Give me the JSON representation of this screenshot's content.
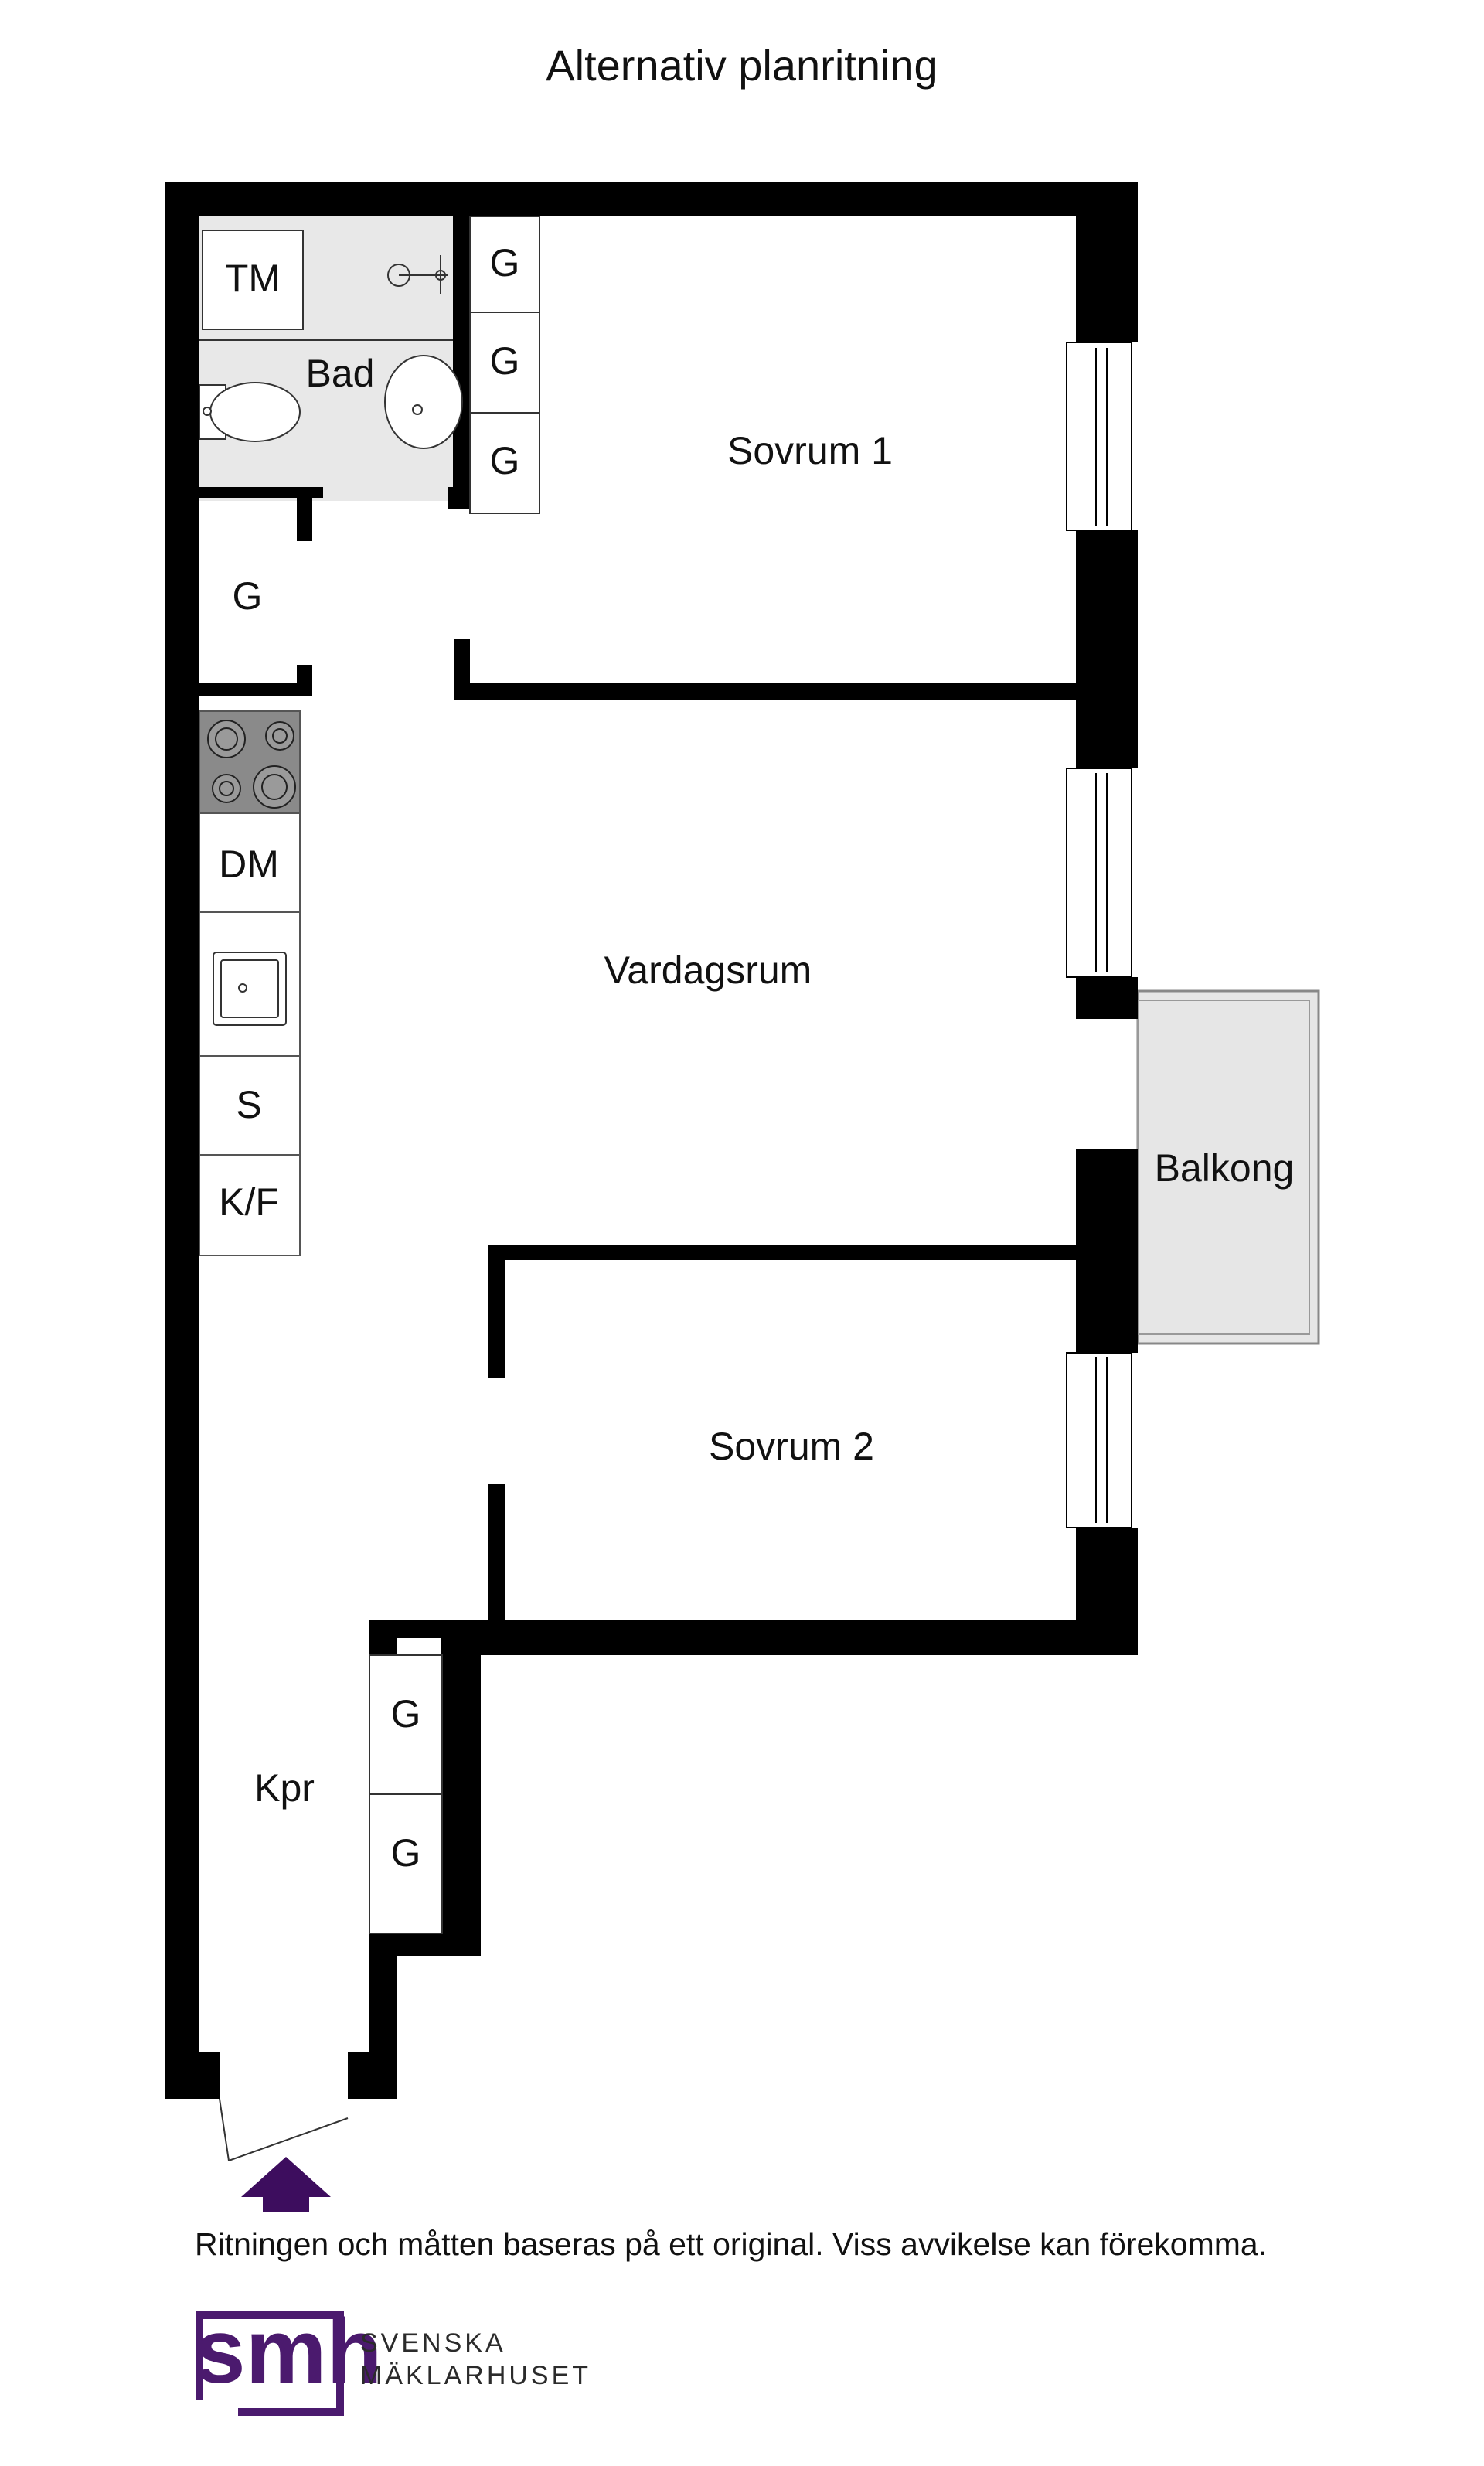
{
  "title": "Alternativ planritning",
  "rooms": {
    "tm": "TM",
    "bad": "Bad",
    "g_bath_1": "G",
    "g_bath_2": "G",
    "g_bath_3": "G",
    "g_hall": "G",
    "sovrum1": "Sovrum 1",
    "dm": "DM",
    "vardagsrum": "Vardagsrum",
    "s": "S",
    "kf": "K/F",
    "balkong": "Balkong",
    "sovrum2": "Sovrum 2",
    "kpr": "Kpr",
    "g_kpr_1": "G",
    "g_kpr_2": "G"
  },
  "disclaimer": "Ritningen och måtten baseras på ett original. Viss avvikelse kan förekomma.",
  "brand": {
    "logo_text": "smh",
    "line1": "SVENSKA",
    "line2": "MÄKLARHUSET"
  },
  "colors": {
    "wall": "#000000",
    "wet_room": "#e8e8e8",
    "balcony": "#e6e6e6",
    "entrance_arrow": "#3d0d5e",
    "brand_purple": "#4b1a6e"
  }
}
